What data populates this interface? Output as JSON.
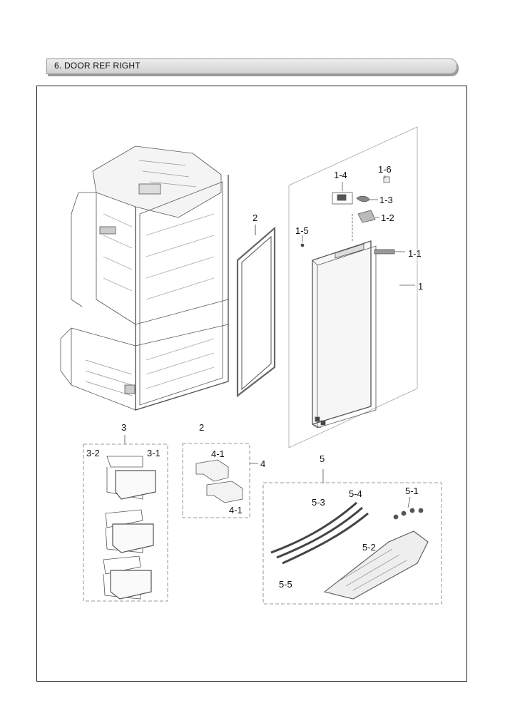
{
  "header": {
    "title": "6. DOOR REF RIGHT"
  },
  "callouts": {
    "c1": "1",
    "c1_1": "1-1",
    "c1_2": "1-2",
    "c1_3": "1-3",
    "c1_4": "1-4",
    "c1_5": "1-5",
    "c1_6": "1-6",
    "c2a": "2",
    "c2b": "2",
    "c3": "3",
    "c3_1": "3-1",
    "c3_2": "3-2",
    "c4": "4",
    "c4_1a": "4-1",
    "c4_1b": "4-1",
    "c5": "5",
    "c5_1": "5-1",
    "c5_2": "5-2",
    "c5_3": "5-3",
    "c5_4": "5-4",
    "c5_5": "5-5"
  }
}
